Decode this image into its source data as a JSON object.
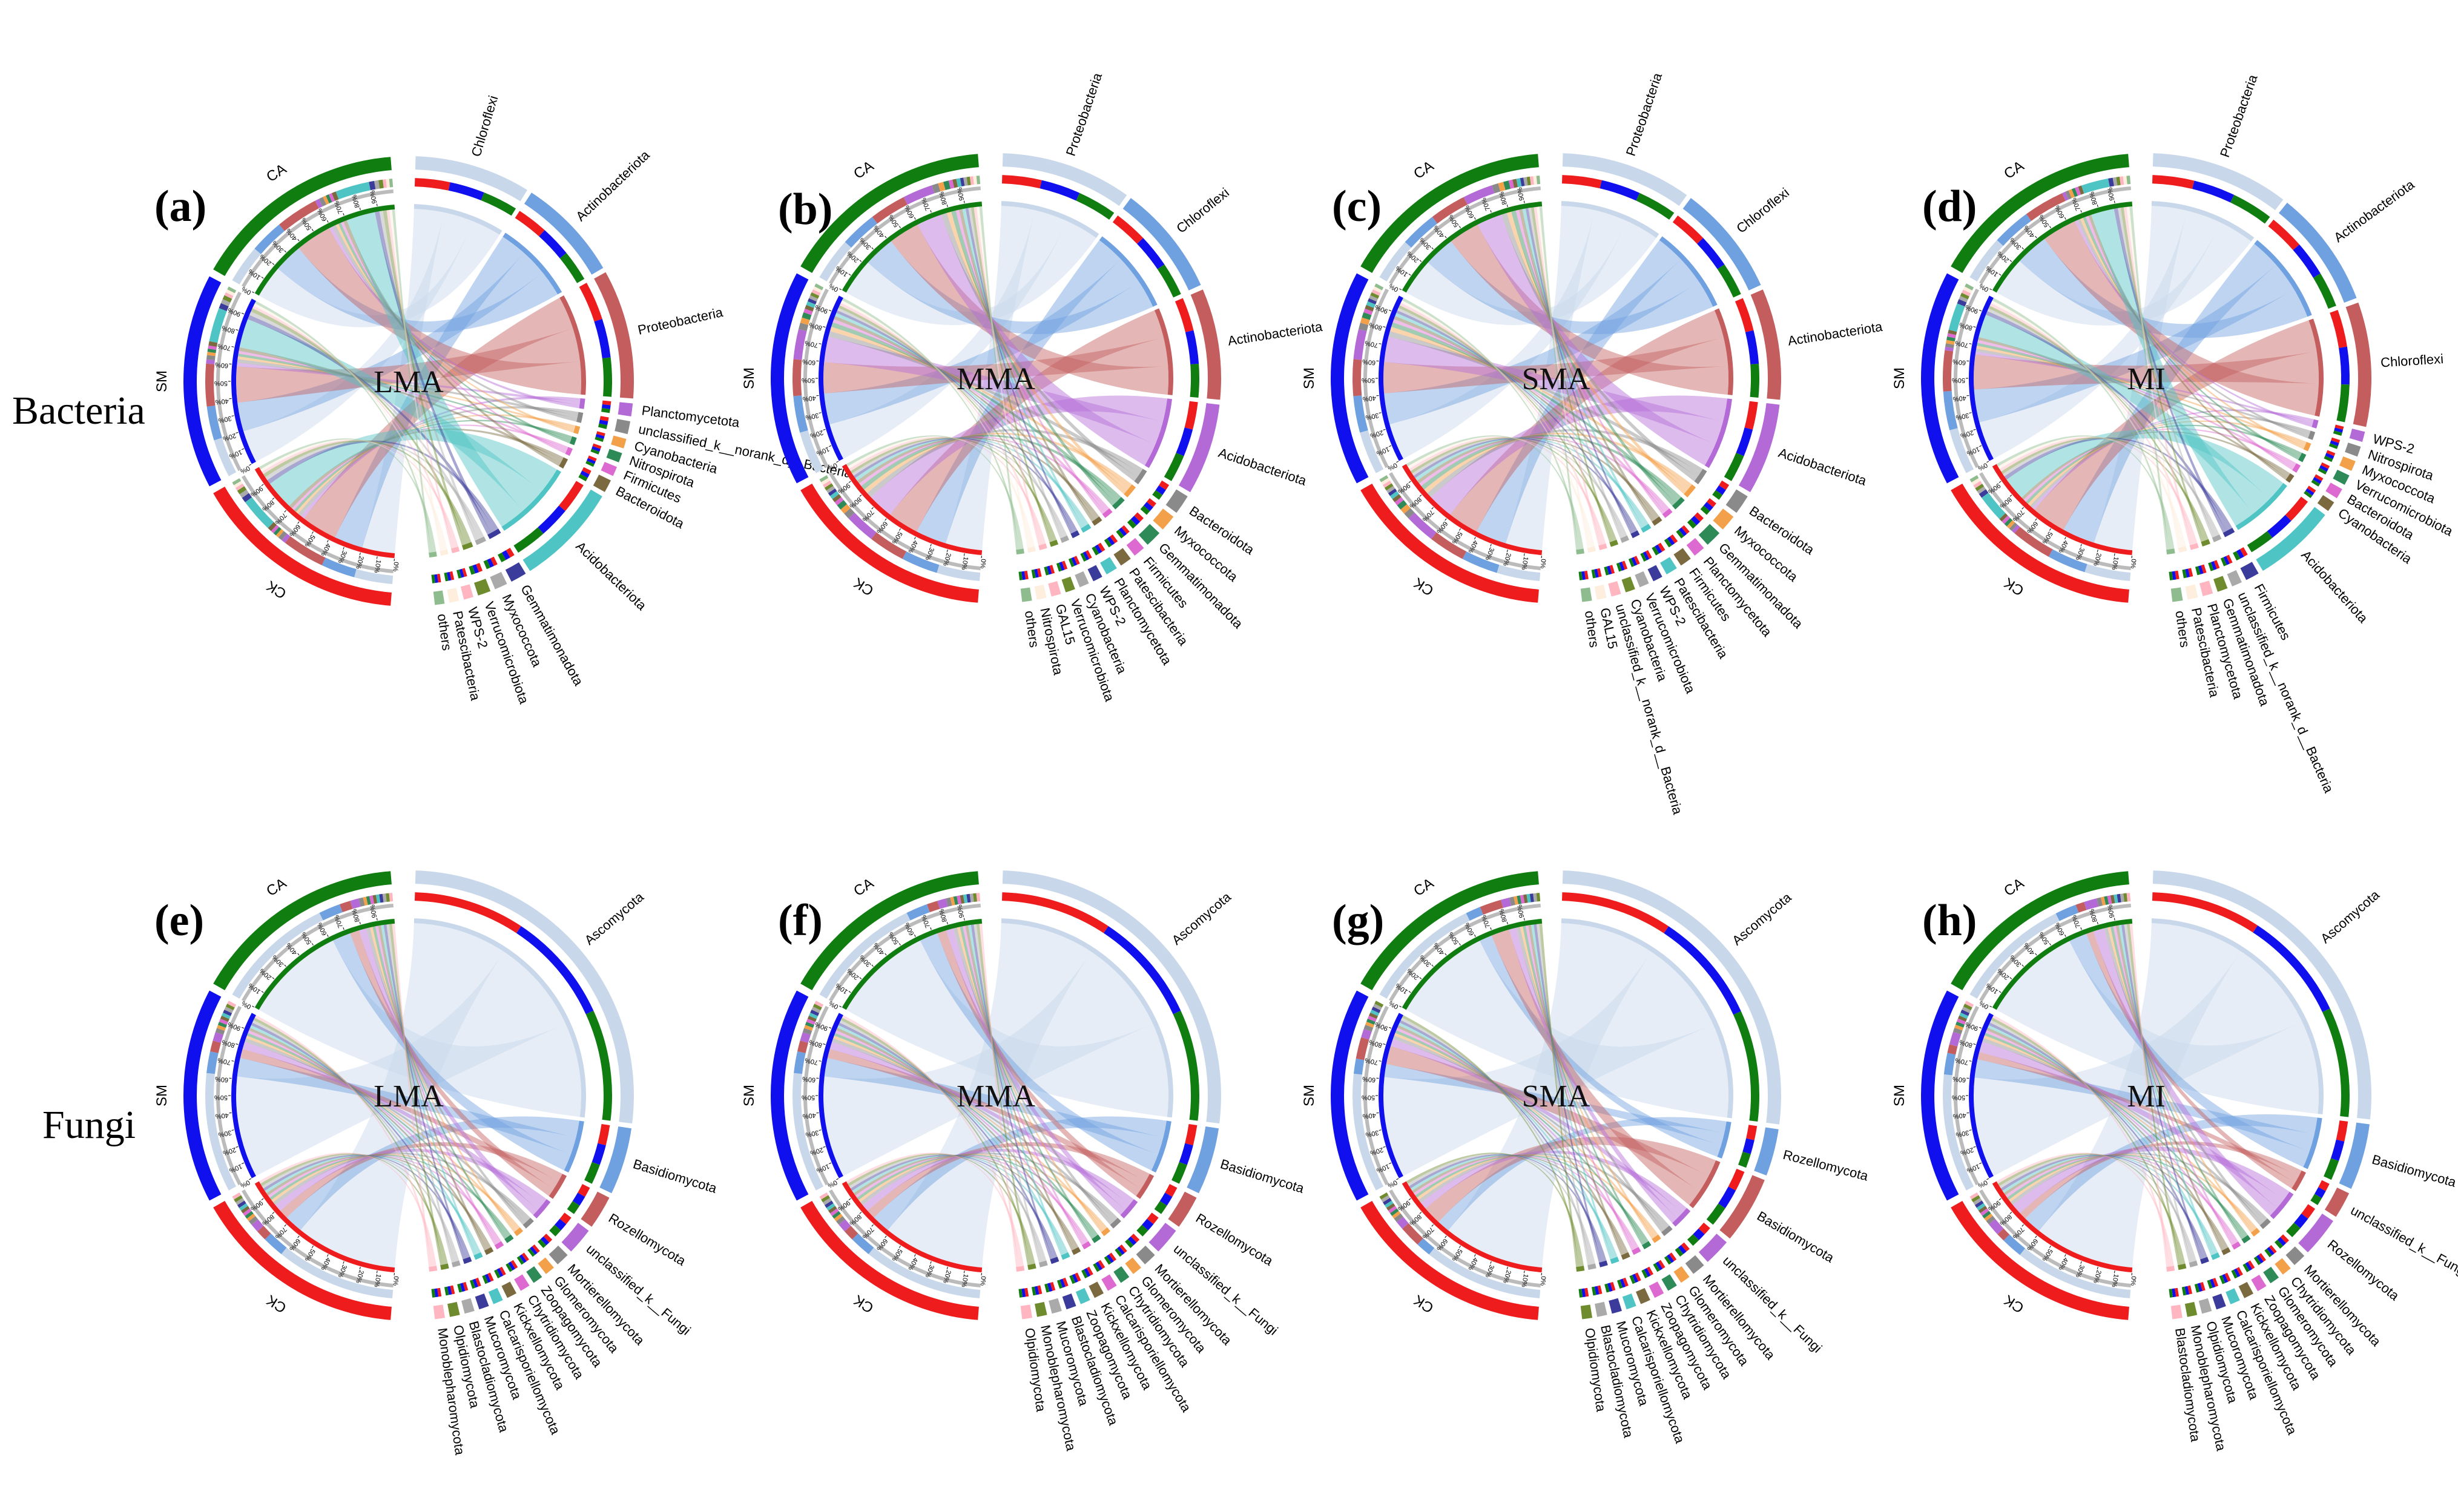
{
  "row_labels": [
    "Bacteria",
    "Fungi"
  ],
  "colors": {
    "CK": "#ee1c1c",
    "SM": "#1010ee",
    "CA": "#0f7d0f",
    "palette": [
      "#c8d8ea",
      "#6fa0e0",
      "#c45e5e",
      "#b36ad6",
      "#8a8a8a",
      "#f3a04a",
      "#2e8b57",
      "#dd6ad0",
      "#7b6a40",
      "#4fc4c4",
      "#3b3b9b",
      "#aaaaaa",
      "#6e8b2e",
      "#ffb6c1",
      "#fdeede",
      "#8fbc8f",
      "#e06666"
    ]
  },
  "panels": [
    {
      "letter": "(a)",
      "center": "LMA",
      "groups": [
        "CK",
        "SM",
        "CA"
      ],
      "taxa": [
        "Chloroflexi",
        "Actinobacteriota",
        "Proteobacteria",
        "Planctomycetota",
        "unclassified_k__norank_d__Bacteria",
        "Cyanobacteria",
        "Nitrospirota",
        "Firmicutes",
        "Bacteroidota",
        "Acidobacteriota",
        "Gemmatimonadota",
        "Myxococcota",
        "Verrucomicrobiota",
        "WPS-2",
        "Patescibacteria",
        "others"
      ],
      "taxa_weights": [
        18,
        16,
        20,
        2,
        2,
        1.5,
        1.5,
        1.5,
        2,
        16,
        2.5,
        2,
        2,
        1.5,
        1.5,
        1.5
      ]
    },
    {
      "letter": "(b)",
      "center": "MMA",
      "groups": [
        "CK",
        "SM",
        "CA"
      ],
      "taxa": [
        "Proteobacteria",
        "Chloroflexi",
        "Actinobacteriota",
        "Acidobacteriota",
        "Bacteroidota",
        "Myxococcota",
        "Gemmatimonadota",
        "Firmicutes",
        "Patescibacteria",
        "Planctomycetota",
        "WPS-2",
        "Cyanobacteria",
        "Verrucomicrobiota",
        "GAL15",
        "Nitrospirota",
        "others"
      ],
      "taxa_weights": [
        20,
        17,
        17,
        14,
        3,
        2.5,
        2.5,
        1.8,
        1.8,
        1.8,
        1.5,
        1.5,
        1.5,
        1.5,
        1.5,
        1.5
      ]
    },
    {
      "letter": "(c)",
      "center": "SMA",
      "groups": [
        "CK",
        "SM",
        "CA"
      ],
      "taxa": [
        "Proteobacteria",
        "Chloroflexi",
        "Actinobacteriota",
        "Acidobacteriota",
        "Bacteroidota",
        "Myxococcota",
        "Gemmatimonadota",
        "Planctomycetota",
        "Firmicutes",
        "Patescibacteria",
        "WPS-2",
        "Verrucomicrobiota",
        "Cyanobacteria",
        "unclassified_k__norank_d__Bacteria",
        "GAL15",
        "others"
      ],
      "taxa_weights": [
        20,
        17,
        17,
        14,
        3,
        2.5,
        2.5,
        1.8,
        1.8,
        1.8,
        1.5,
        1.5,
        1.5,
        1.5,
        1.5,
        1.5
      ]
    },
    {
      "letter": "(d)",
      "center": "MI",
      "groups": [
        "CK",
        "SM",
        "CA"
      ],
      "taxa": [
        "Proteobacteria",
        "Actinobacteriota",
        "Chloroflexi",
        "WPS-2",
        "Nitrospirota",
        "Myxococcota",
        "Verrucomicrobiota",
        "Bacteroidota",
        "Cyanobacteria",
        "Acidobacteriota",
        "Firmicutes",
        "unclassified_k__norank_d__Bacteria",
        "Gemmatimonadota",
        "Planctomycetota",
        "Patescibacteria",
        "others"
      ],
      "taxa_weights": [
        20,
        17,
        18,
        1.5,
        1.5,
        1.5,
        1.5,
        1.5,
        1.5,
        12,
        2,
        1.5,
        1.5,
        1.5,
        1.5,
        1.5
      ]
    },
    {
      "letter": "(e)",
      "center": "LMA",
      "groups": [
        "CK",
        "SM",
        "CA"
      ],
      "taxa": [
        "Ascomycota",
        "Basidiomycota",
        "Rozellomycota",
        "unclassified_k__Fungi",
        "Mortierellomycota",
        "Glomeromycota",
        "Zoopagomycota",
        "Chytridiomycota",
        "Kickxellomycota",
        "Calcarisporiellomycota",
        "Mucoromycota",
        "Blastocladiomycota",
        "Olpidiomycota",
        "Monoblepharomycota"
      ],
      "taxa_weights": [
        55,
        10,
        5,
        4,
        2,
        1.5,
        1.5,
        1.5,
        1.5,
        1.5,
        1.5,
        1.5,
        1.5,
        1.5
      ]
    },
    {
      "letter": "(f)",
      "center": "MMA",
      "groups": [
        "CK",
        "SM",
        "CA"
      ],
      "taxa": [
        "Ascomycota",
        "Basidiomycota",
        "Rozellomycota",
        "unclassified_k__Fungi",
        "Mortierellomycota",
        "Glomeromycota",
        "Chytridiomycota",
        "Calcarisporiellomycota",
        "Kickxellomycota",
        "Zoopagomycota",
        "Blastocladiomycota",
        "Mucoromycota",
        "Monoblepharomycota",
        "Olpidiomycota"
      ],
      "taxa_weights": [
        55,
        10,
        5,
        4,
        2,
        1.5,
        1.5,
        1.5,
        1.5,
        1.5,
        1.5,
        1.5,
        1.5,
        1.5
      ]
    },
    {
      "letter": "(g)",
      "center": "SMA",
      "groups": [
        "CK",
        "SM",
        "CA"
      ],
      "taxa": [
        "Ascomycota",
        "Rozellomycota",
        "Basidiomycota",
        "unclassified_k__Fungi",
        "Mortierellomycota",
        "Glomeromycota",
        "Chytridiomycota",
        "Zoopagomycota",
        "Kickxellomycota",
        "Calcarisporiellomycota",
        "Mucoromycota",
        "Blastocladiomycota",
        "Olpidiomycota"
      ],
      "taxa_weights": [
        55,
        7,
        10,
        4,
        2,
        1.5,
        1.5,
        1.5,
        1.5,
        1.5,
        1.5,
        1.5,
        1.5
      ]
    },
    {
      "letter": "(h)",
      "center": "MI",
      "groups": [
        "CK",
        "SM",
        "CA"
      ],
      "taxa": [
        "Ascomycota",
        "Basidiomycota",
        "unclassified_k__Fungi",
        "Rozellomycota",
        "Mortierellomycota",
        "Chytridiomycota",
        "Glomeromycota",
        "Zoopagomycota",
        "Kickxellomycota",
        "Calcarisporiellomycota",
        "Mucoromycota",
        "Olpidiomycota",
        "Monoblepharomycota",
        "Blastocladiomycota"
      ],
      "taxa_weights": [
        55,
        10,
        4,
        6,
        2,
        1.5,
        1.5,
        1.5,
        1.5,
        1.5,
        1.5,
        1.5,
        1.5,
        1.5
      ]
    }
  ],
  "tick_labels": [
    "0%",
    "10%",
    "20%",
    "30%",
    "40%",
    "50%",
    "60%",
    "70%",
    "80%",
    "90%"
  ]
}
